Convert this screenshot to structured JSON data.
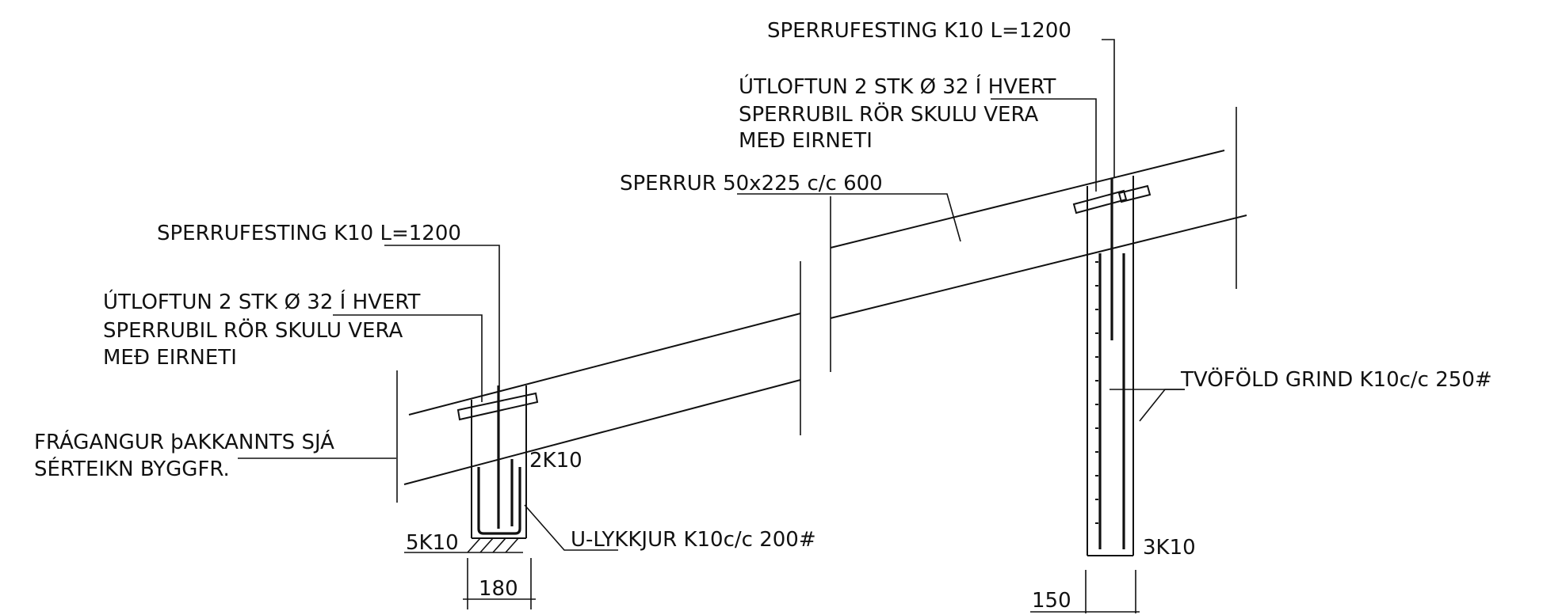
{
  "labels": {
    "right_fastening": "SPERRUFESTING K10 L=1200",
    "right_vent_1": "ÚTLOFTUN 2 STK Ø 32 Í HVERT",
    "right_vent_2": "SPERRUBIL RÖR SKULU VERA",
    "right_vent_3": "MEÐ EIRNETI",
    "rafters": "SPERRUR 50x225 c/c 600",
    "left_fastening": "SPERRUFESTING K10 L=1200",
    "left_vent_1": "ÚTLOFTUN 2 STK Ø 32 Í HVERT",
    "left_vent_2": "SPERRUBIL RÖR SKULU VERA",
    "left_vent_3": "MEÐ EIRNETI",
    "eaves_1": "FRÁGANGUR þAKKANNTS SJÁ",
    "eaves_2": "SÉRTEIKN BYGGFR.",
    "bars_2k10": "2K10",
    "bars_5k10": "5K10",
    "u_stirrups": "U-LYKKJUR K10c/c 200#",
    "double_mesh": "TVÖFÖLD GRIND K10c/c 250#",
    "bars_3k10": "3K10",
    "dim_left": "180",
    "dim_right": "150"
  },
  "colors": {
    "ink": "#111111",
    "paper": "#ffffff"
  }
}
